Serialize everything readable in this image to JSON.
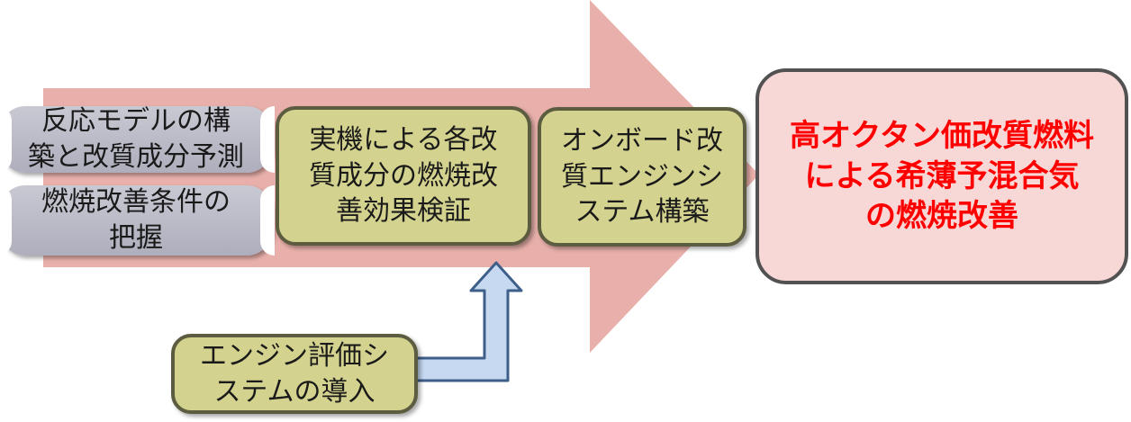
{
  "colors": {
    "big_arrow": "#e9b0ab",
    "scroll_fill": "#bdbdc9",
    "step_fill": "#d3d28e",
    "step_border": "#5c5c40",
    "goal_fill": "#f7d8d7",
    "goal_border": "#525252",
    "goal_text": "#ff0000",
    "connector_fill": "#c6d9f1",
    "connector_border": "#3e5f8a"
  },
  "scrolls": [
    {
      "lines": [
        "反応モデルの構",
        "築と改質成分予測"
      ]
    },
    {
      "lines": [
        "燃焼改善条件の",
        "把握"
      ]
    }
  ],
  "steps": [
    {
      "lines": [
        "実機による各改",
        "質成分の燃焼改",
        "善効果検証"
      ]
    },
    {
      "lines": [
        "オンボード改",
        "質エンジンシ",
        "ステム構築"
      ]
    }
  ],
  "goal": {
    "lines": [
      "高オクタン価改質燃料",
      "による希薄予混合気",
      "の燃焼改善"
    ]
  },
  "input": {
    "lines": [
      "エンジン評価シ",
      "ステムの導入"
    ]
  }
}
